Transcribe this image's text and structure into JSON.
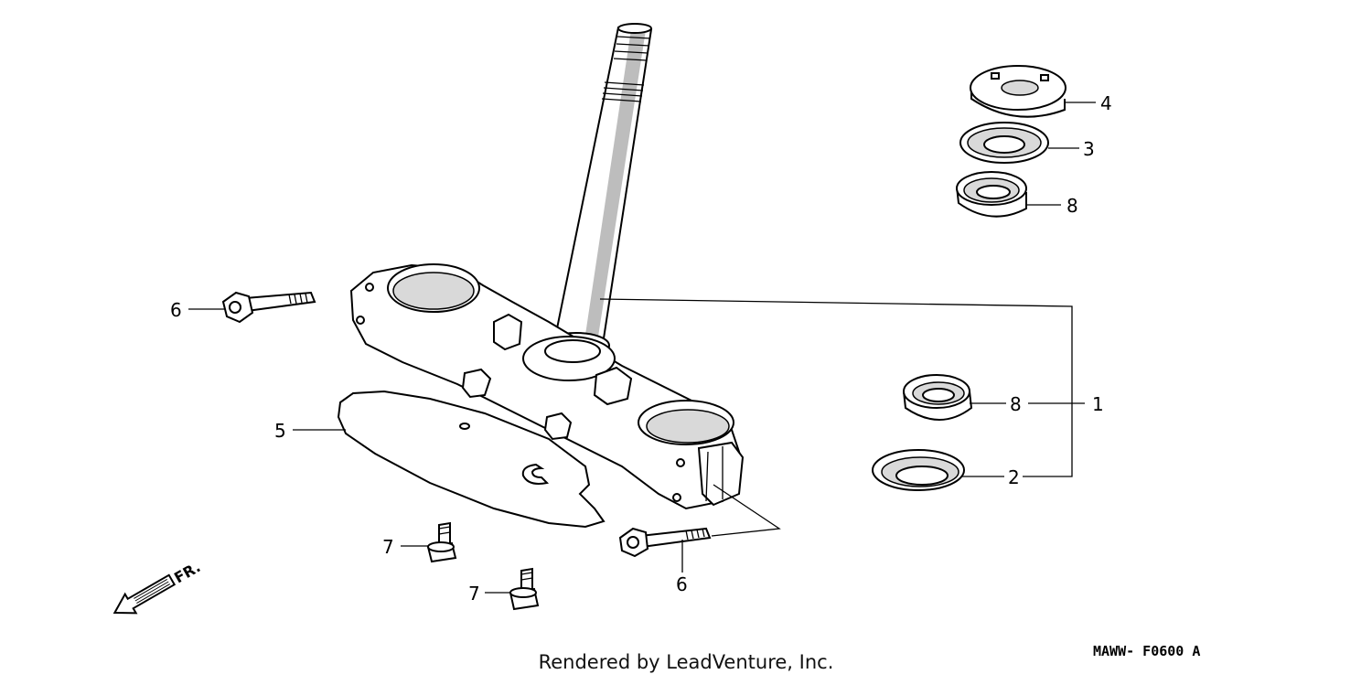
{
  "callouts": {
    "c1": "1",
    "c2": "2",
    "c3": "3",
    "c4": "4",
    "c5": "5",
    "c6_top": "6",
    "c6_bottom": "6",
    "c7_top": "7",
    "c7_bottom": "7",
    "c8_top": "8",
    "c8_mid": "8"
  },
  "front_marker": "FR.",
  "diagram_code": "MAWW- F0600 A",
  "footer": "Rendered by LeadVenture, Inc."
}
